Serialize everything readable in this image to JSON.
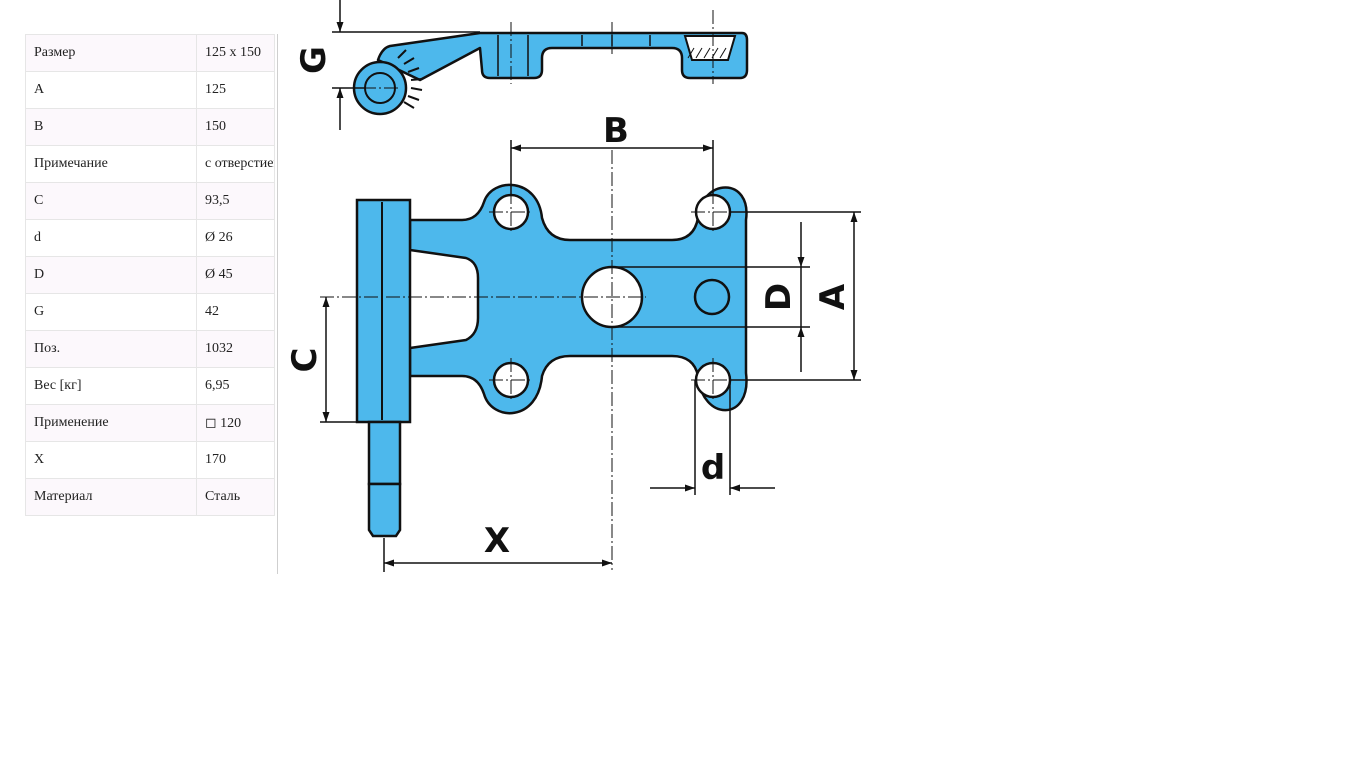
{
  "spec_table": {
    "rows": [
      {
        "key": "Размер",
        "value": "125 x 150"
      },
      {
        "key": "A",
        "value": "125"
      },
      {
        "key": "B",
        "value": "150"
      },
      {
        "key": "Примечание",
        "value": "с отверстием"
      },
      {
        "key": "C",
        "value": "93,5"
      },
      {
        "key": "d",
        "value": "Ø 26"
      },
      {
        "key": "D",
        "value": "Ø 45"
      },
      {
        "key": "G",
        "value": "42"
      },
      {
        "key": "Поз.",
        "value": "1032"
      },
      {
        "key": "Вес [кг]",
        "value": "6,95"
      },
      {
        "key": "Применение",
        "value": "◻ 120"
      },
      {
        "key": "X",
        "value": "170"
      },
      {
        "key": "Материал",
        "value": "Сталь"
      }
    ]
  },
  "drawing": {
    "part_color": "#4db8ec",
    "outline_color": "#111111",
    "dimension_labels": {
      "G": "G",
      "B": "B",
      "C": "C",
      "D": "D",
      "A": "A",
      "d": "d",
      "X": "X"
    }
  }
}
